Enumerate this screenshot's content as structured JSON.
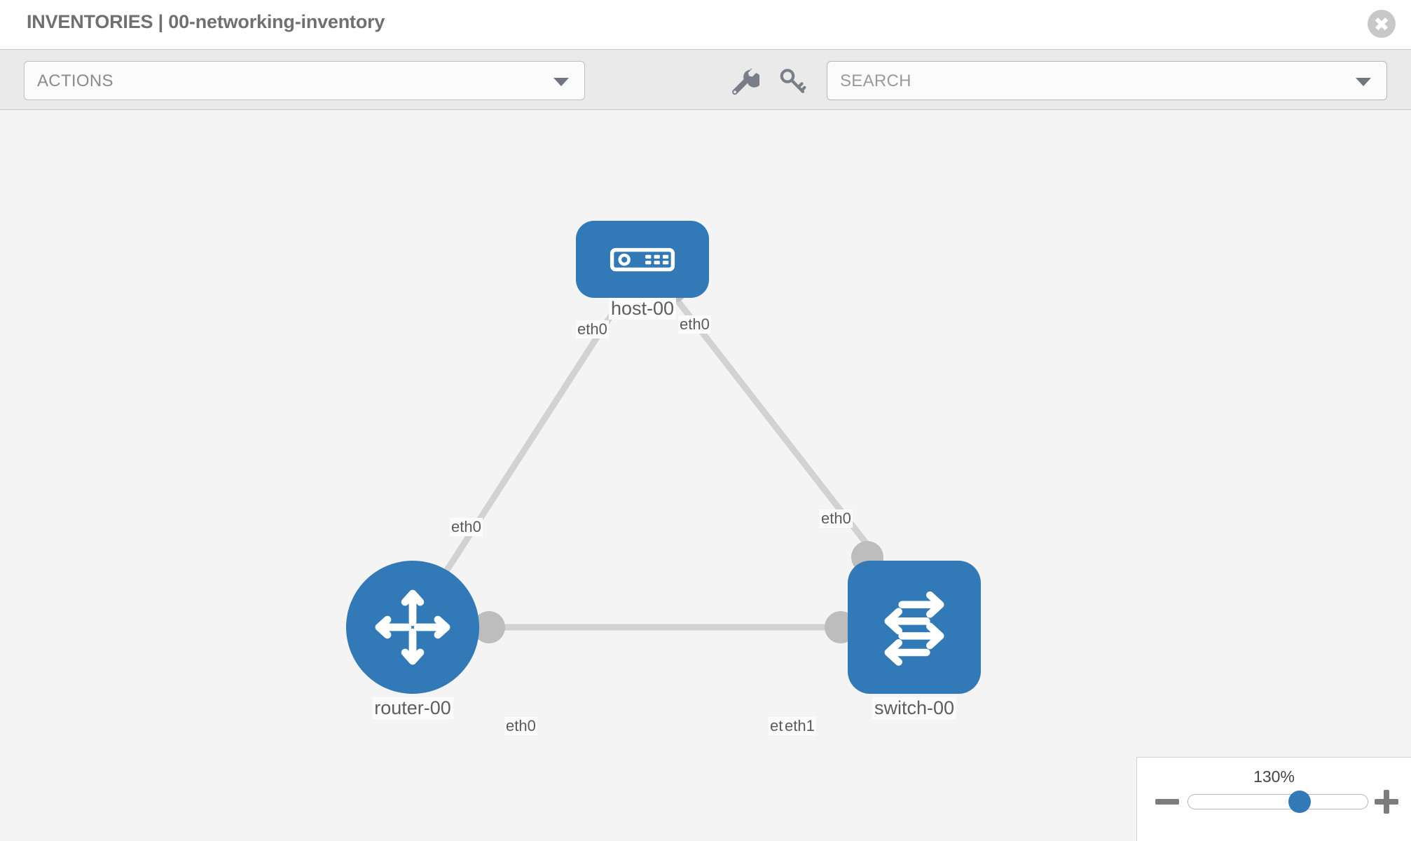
{
  "header": {
    "title": "INVENTORIES | 00-networking-inventory",
    "close_icon": "close-circle-icon"
  },
  "toolbar": {
    "actions_label": "ACTIONS",
    "actions_caret_icon": "chevron-down-icon",
    "wrench_icon": "wrench-icon",
    "key_icon": "key-icon",
    "search_placeholder": "SEARCH",
    "search_value": "",
    "search_caret_icon": "chevron-down-icon"
  },
  "topology": {
    "nodes": [
      {
        "id": "host-00",
        "label": "host-00",
        "type": "host",
        "icon": "server-icon",
        "shape": "rounded-rect",
        "color": "#3279b7"
      },
      {
        "id": "router-00",
        "label": "router-00",
        "type": "router",
        "icon": "router-arrows-icon",
        "shape": "circle",
        "color": "#3279b7"
      },
      {
        "id": "switch-00",
        "label": "switch-00",
        "type": "switch",
        "icon": "switch-arrows-icon",
        "shape": "rounded-square",
        "color": "#3279b7"
      }
    ],
    "links": [
      {
        "from": "host-00",
        "to": "router-00",
        "from_label": "eth0",
        "to_label": "eth0"
      },
      {
        "from": "host-00",
        "to": "switch-00",
        "from_label": "eth0",
        "to_label": "eth0"
      },
      {
        "from": "router-00",
        "to": "switch-00",
        "from_label": "eth0",
        "to_label": "eth1",
        "to_label_under": "eth0"
      }
    ],
    "labels": {
      "host_left_eth": "eth0",
      "host_right_eth": "eth0",
      "router_up_eth": "eth0",
      "switch_up_eth": "eth0",
      "router_right_eth": "eth0",
      "switch_left_eth_under": "eth0",
      "switch_left_eth": "eth1"
    },
    "link_color": "#d2d2d2",
    "port_color": "#bdbdbd"
  },
  "zoom": {
    "value_label": "130%",
    "percent": 130,
    "thumb_position_pct": 62,
    "minus_icon": "minus-icon",
    "plus_icon": "plus-icon"
  }
}
